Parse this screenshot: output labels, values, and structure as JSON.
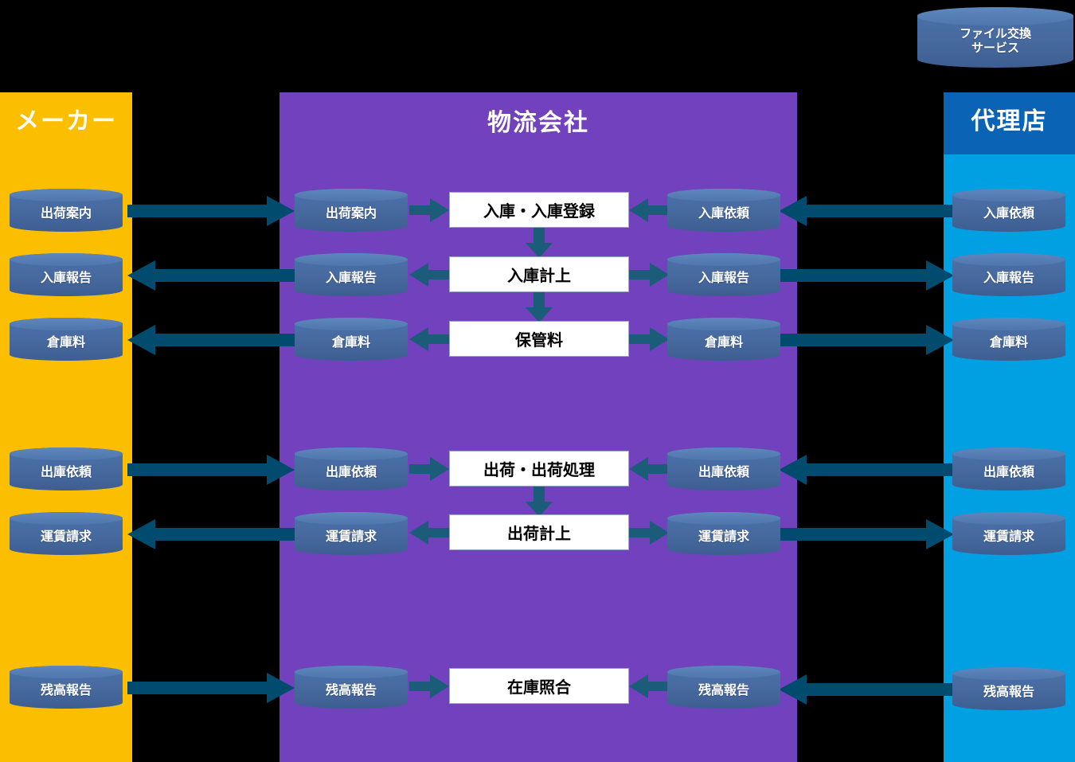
{
  "diagram": {
    "title_hidden": "",
    "colors": {
      "background": "#000000",
      "maker_band": "#FBBE00",
      "logistics_band": "#7141BE",
      "agency_header": "#0A63B4",
      "agency_band": "#00A0E2",
      "cylinder": "#46699E",
      "cylinder_top": "#5E87BE",
      "arrow": "#014B6E",
      "process_box": "#FFFFFF"
    }
  },
  "file_service": {
    "label_line1": "ファイル交換",
    "label_line2": "サービス"
  },
  "columns": {
    "maker": {
      "title": "メーカー",
      "items": [
        {
          "label": "出荷案内"
        },
        {
          "label": "入庫報告"
        },
        {
          "label": "倉庫料"
        },
        {
          "label": "出庫依頼"
        },
        {
          "label": "運賃請求"
        },
        {
          "label": "残高報告"
        }
      ]
    },
    "logistics": {
      "title": "物流会社",
      "left_items": [
        {
          "label": "出荷案内"
        },
        {
          "label": "入庫報告"
        },
        {
          "label": "倉庫料"
        },
        {
          "label": "出庫依頼"
        },
        {
          "label": "運賃請求"
        },
        {
          "label": "残高報告"
        }
      ],
      "process_boxes": [
        {
          "label": "入庫・入庫登録"
        },
        {
          "label": "入庫計上"
        },
        {
          "label": "保管料"
        },
        {
          "label": "出荷・出荷処理"
        },
        {
          "label": "出荷計上"
        },
        {
          "label": "在庫照合"
        }
      ],
      "right_items": [
        {
          "label": "入庫依頼"
        },
        {
          "label": "入庫報告"
        },
        {
          "label": "倉庫料"
        },
        {
          "label": "出庫依頼"
        },
        {
          "label": "運賃請求"
        },
        {
          "label": "残高報告"
        }
      ]
    },
    "agency": {
      "title": "代理店",
      "items": [
        {
          "label": "入庫依頼"
        },
        {
          "label": "入庫報告"
        },
        {
          "label": "倉庫料"
        },
        {
          "label": "出庫依頼"
        },
        {
          "label": "運賃請求"
        },
        {
          "label": "残高報告"
        }
      ]
    }
  },
  "flows": {
    "outer_left": [
      {
        "from": "出荷案内",
        "to": "出荷案内",
        "direction": "right"
      },
      {
        "from": "入庫報告",
        "to": "入庫報告",
        "direction": "left"
      },
      {
        "from": "倉庫料",
        "to": "倉庫料",
        "direction": "left"
      },
      {
        "from": "出庫依頼",
        "to": "出庫依頼",
        "direction": "right"
      },
      {
        "from": "運賃請求",
        "to": "運賃請求",
        "direction": "left"
      },
      {
        "from": "残高報告",
        "to": "残高報告",
        "direction": "right"
      }
    ],
    "outer_right": [
      {
        "from": "入庫依頼",
        "to": "入庫依頼",
        "direction": "left"
      },
      {
        "from": "入庫報告",
        "to": "入庫報告",
        "direction": "right"
      },
      {
        "from": "倉庫料",
        "to": "倉庫料",
        "direction": "right"
      },
      {
        "from": "出庫依頼",
        "to": "出庫依頼",
        "direction": "left"
      },
      {
        "from": "運賃請求",
        "to": "運賃請求",
        "direction": "right"
      },
      {
        "from": "残高報告",
        "to": "残高報告",
        "direction": "left"
      }
    ],
    "inner_left": [
      {
        "direction": "right"
      },
      {
        "direction": "left"
      },
      {
        "direction": "left"
      },
      {
        "direction": "right"
      },
      {
        "direction": "left"
      },
      {
        "direction": "right"
      }
    ],
    "inner_right": [
      {
        "direction": "left"
      },
      {
        "direction": "right"
      },
      {
        "direction": "right"
      },
      {
        "direction": "left"
      },
      {
        "direction": "right"
      },
      {
        "direction": "left"
      }
    ],
    "vertical": [
      {
        "from": "入庫・入庫登録",
        "to": "入庫計上",
        "direction": "down"
      },
      {
        "from": "入庫計上",
        "to": "保管料",
        "direction": "down"
      },
      {
        "from": "出荷・出荷処理",
        "to": "出荷計上",
        "direction": "down"
      }
    ]
  }
}
